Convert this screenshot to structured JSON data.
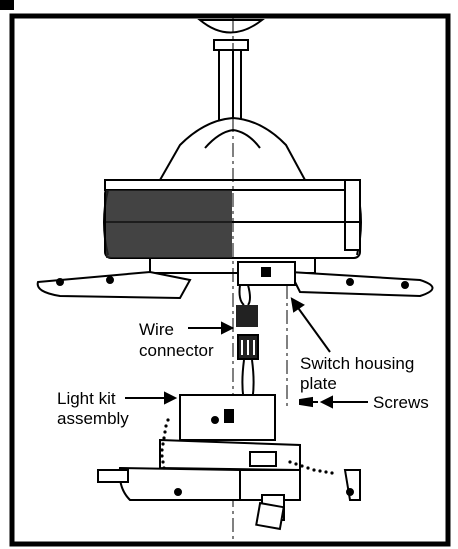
{
  "figure": {
    "title_fragment": "",
    "labels": {
      "wire_connector_line1": "Wire",
      "wire_connector_line2": "connector",
      "switch_housing_line1": "Switch housing",
      "switch_housing_line2": "plate",
      "light_kit_line1": "Light kit",
      "light_kit_line2": "assembly",
      "screws": "Screws"
    }
  }
}
